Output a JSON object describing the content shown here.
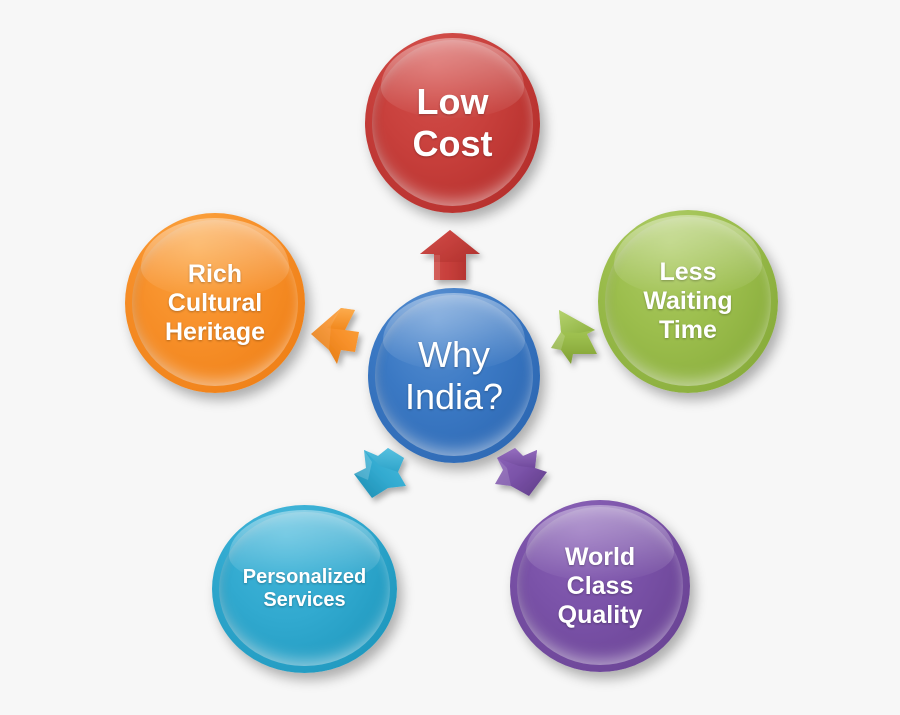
{
  "diagram": {
    "title": "Why India?",
    "background_color": "#f7f7f7",
    "center": {
      "id": "center",
      "label": "Why India?",
      "color": "#3b79c4",
      "icon": "center-circle"
    },
    "nodes": [
      {
        "id": "low-cost",
        "label": "Low Cost",
        "color": "#c8403c",
        "position": "top",
        "arrow": {
          "name": "arrow-up-red",
          "direction": "up",
          "color": "#c8403c"
        }
      },
      {
        "id": "less-waiting-time",
        "label": "Less Waiting Time",
        "color": "#9cbe4d",
        "position": "right",
        "arrow": {
          "name": "arrow-right-green",
          "direction": "right",
          "color": "#9cbe4d"
        }
      },
      {
        "id": "world-class-quality",
        "label": "World Class Quality",
        "color": "#7a52a8",
        "position": "bottom-right",
        "arrow": {
          "name": "arrow-down-right-purple",
          "direction": "down-right",
          "color": "#7a52a8"
        }
      },
      {
        "id": "personalized-services",
        "label": "Personalized Services",
        "color": "#32aad0",
        "position": "bottom-left",
        "arrow": {
          "name": "arrow-down-left-cyan",
          "direction": "down-left",
          "color": "#32aad0"
        }
      },
      {
        "id": "rich-cultural-heritage",
        "label": "Rich Cultural Heritage",
        "color": "#f7902a",
        "position": "left",
        "arrow": {
          "name": "arrow-left-orange",
          "direction": "left",
          "color": "#f7902a"
        }
      }
    ]
  },
  "labels": {
    "low_cost_line1": "Low",
    "low_cost_line2": "Cost",
    "less_waiting_line1": "Less",
    "less_waiting_line2": "Waiting",
    "less_waiting_line3": "Time",
    "world_class_line1": "World",
    "world_class_line2": "Class",
    "world_class_line3": "Quality",
    "personalized_line1": "Personalized",
    "personalized_line2": "Services",
    "rich_cultural_line1": "Rich",
    "rich_cultural_line2": "Cultural",
    "rich_cultural_line3": "Heritage",
    "center_line1": "Why",
    "center_line2": "India?"
  }
}
